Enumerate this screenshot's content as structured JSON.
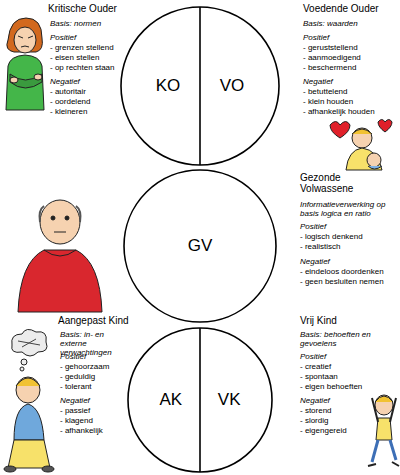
{
  "diagram": {
    "nodes": [
      {
        "text": [
          "KO",
          "VO"
        ]
      },
      {
        "text": [
          "GV"
        ]
      },
      {
        "text": [
          "AK",
          "VK"
        ]
      }
    ],
    "labels": [
      "Kritische Ouder",
      "Basis: normen",
      "Positief",
      "- grenzen stellend",
      "- eisen stellen",
      "- op rechten staan",
      "Negatief",
      "- autoritair",
      "- oordelend",
      "- kleineren",
      "Voedende Ouder",
      "Basis: waarden",
      "Positief",
      "- geruststellend",
      "- aanmoedigend",
      "- beschermend",
      "Negatief",
      "- betuttelend",
      "- klein houden",
      "- afhankelijk houden",
      "Gezonde Volwassene",
      "Informatieverwerking op basis logica en ratio",
      "Positief",
      "- logisch denkend",
      "- realistisch",
      "Negatief",
      "- eindeloos doordenken",
      "- geen besluiten nemen",
      "Aangepast Kind",
      "Basis: in- en externe verwachtingen",
      "Positief",
      "- gehoorzaam",
      "- geduldig",
      "- tolerant",
      "Negatief",
      "- passief",
      "- klagend",
      "- afhankelijk",
      "Vrij Kind",
      "Basis: behoeften en gevoelens",
      "Positief",
      "- creatief",
      "- spontaan",
      "- eigen behoeften",
      "Negatief",
      "- storend",
      "- slordig",
      "- eigengereid"
    ]
  }
}
